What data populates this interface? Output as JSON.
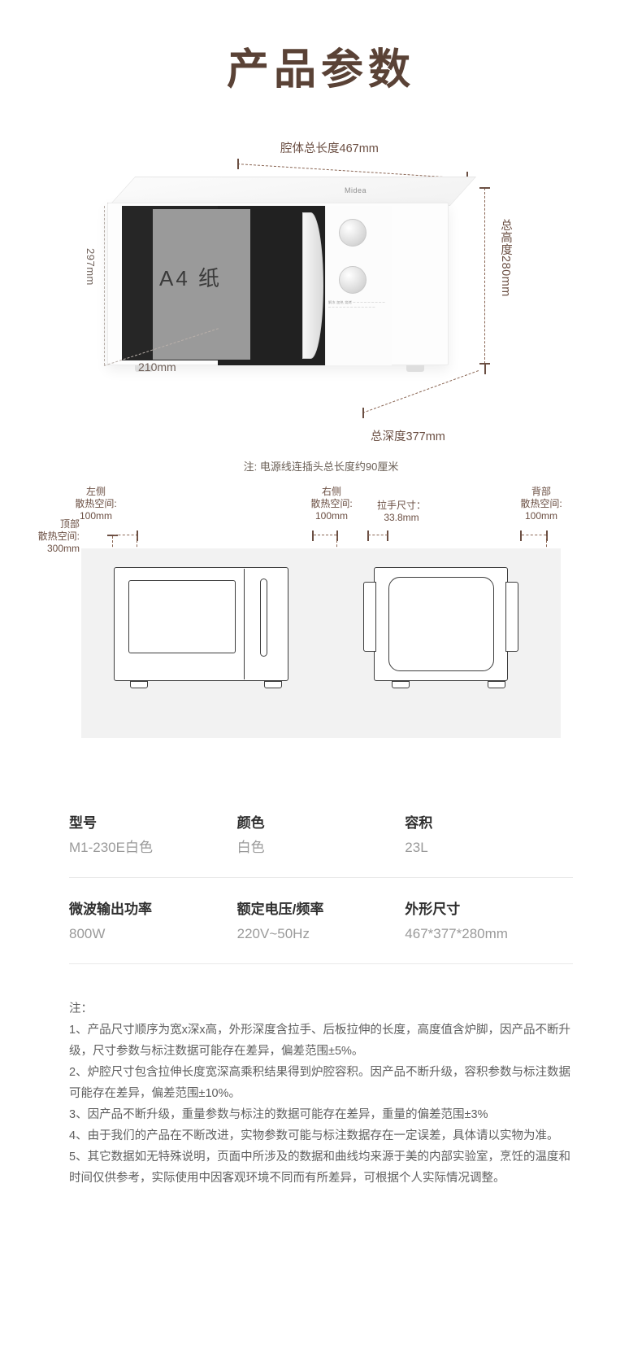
{
  "page_title": "产品参数",
  "accent_color": "#5a4236",
  "hero": {
    "top_dim": "腔体总长度467mm",
    "right_dim": "总高度280mm",
    "left_dim": "297mm",
    "paper_label": "A4 纸",
    "bottom_left_dim": "210mm",
    "bottom_right_dim": "总深度377mm",
    "note": "注: 电源线连插头总长度约90厘米"
  },
  "clearance": {
    "top": {
      "line1": "顶部",
      "line2": "散热空间:",
      "line3": "300mm"
    },
    "left": {
      "line1": "左侧",
      "line2": "散热空间:",
      "line3": "100mm"
    },
    "right": {
      "line1": "右侧",
      "line2": "散热空间:",
      "line3": "100mm"
    },
    "handle": {
      "line1": "拉手尺寸：",
      "line2": "33.8mm"
    },
    "back": {
      "line1": "背部",
      "line2": "散热空间:",
      "line3": "100mm"
    }
  },
  "spec_rows": [
    [
      {
        "key": "型号",
        "value": "M1-230E白色"
      },
      {
        "key": "颜色",
        "value": "白色"
      },
      {
        "key": "容积",
        "value": "23L"
      }
    ],
    [
      {
        "key": "微波输出功率",
        "value": "800W"
      },
      {
        "key": "额定电压/频率",
        "value": "220V~50Hz"
      },
      {
        "key": "外形尺寸",
        "value": "467*377*280mm"
      }
    ]
  ],
  "notes": {
    "title": "注：",
    "items": [
      "1、产品尺寸顺序为宽x深x高，外形深度含拉手、后板拉伸的长度，高度值含炉脚，因产品不断升级，尺寸参数与标注数据可能存在差异，偏差范围±5%。",
      "2、炉腔尺寸包含拉伸长度宽深高乘积结果得到炉腔容积。因产品不断升级，容积参数与标注数据可能存在差异，偏差范围±10%。",
      "3、因产品不断升级，重量参数与标注的数据可能存在差异，重量的偏差范围±3%",
      "4、由于我们的产品在不断改进，实物参数可能与标注数据存在一定误差，具体请以实物为准。",
      "5、其它数据如无特殊说明，页面中所涉及的数据和曲线均来源于美的内部实验室，烹饪的温度和时间仅供参考，实际使用中因客观环境不同而有所差异，可根据个人实际情况调整。"
    ]
  }
}
